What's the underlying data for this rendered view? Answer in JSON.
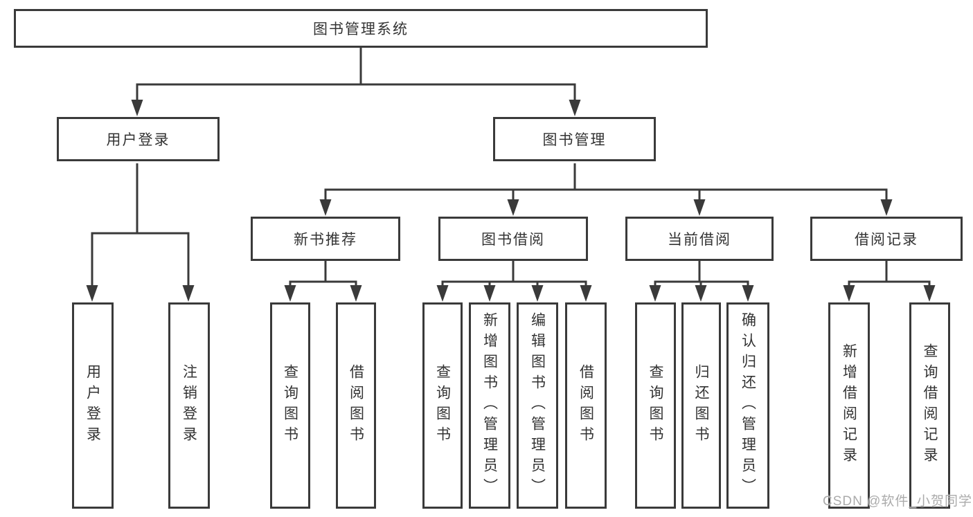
{
  "colors": {
    "line": "#3a3a3a",
    "text": "#333333",
    "background": "#ffffff",
    "watermark": "#ababab"
  },
  "watermark": {
    "text": "CSDN @软件_小贺同学"
  },
  "tree": {
    "root": {
      "label": "图书管理系统"
    },
    "branches": [
      {
        "label": "用户登录",
        "children": [
          {
            "label": "用户登录"
          },
          {
            "label": "注销登录"
          }
        ]
      },
      {
        "label": "图书管理",
        "children": [
          {
            "label": "新书推荐",
            "children": [
              {
                "label": "查询图书"
              },
              {
                "label": "借阅图书"
              }
            ]
          },
          {
            "label": "图书借阅",
            "children": [
              {
                "label": "查询图书"
              },
              {
                "label": "新增图书（管理员）"
              },
              {
                "label": "编辑图书（管理员）"
              },
              {
                "label": "借阅图书"
              }
            ]
          },
          {
            "label": "当前借阅",
            "children": [
              {
                "label": "查询图书"
              },
              {
                "label": "归还图书"
              },
              {
                "label": "确认归还（管理员）"
              }
            ]
          },
          {
            "label": "借阅记录",
            "children": [
              {
                "label": "新增借阅记录"
              },
              {
                "label": "查询借阅记录"
              }
            ]
          }
        ]
      }
    ]
  }
}
